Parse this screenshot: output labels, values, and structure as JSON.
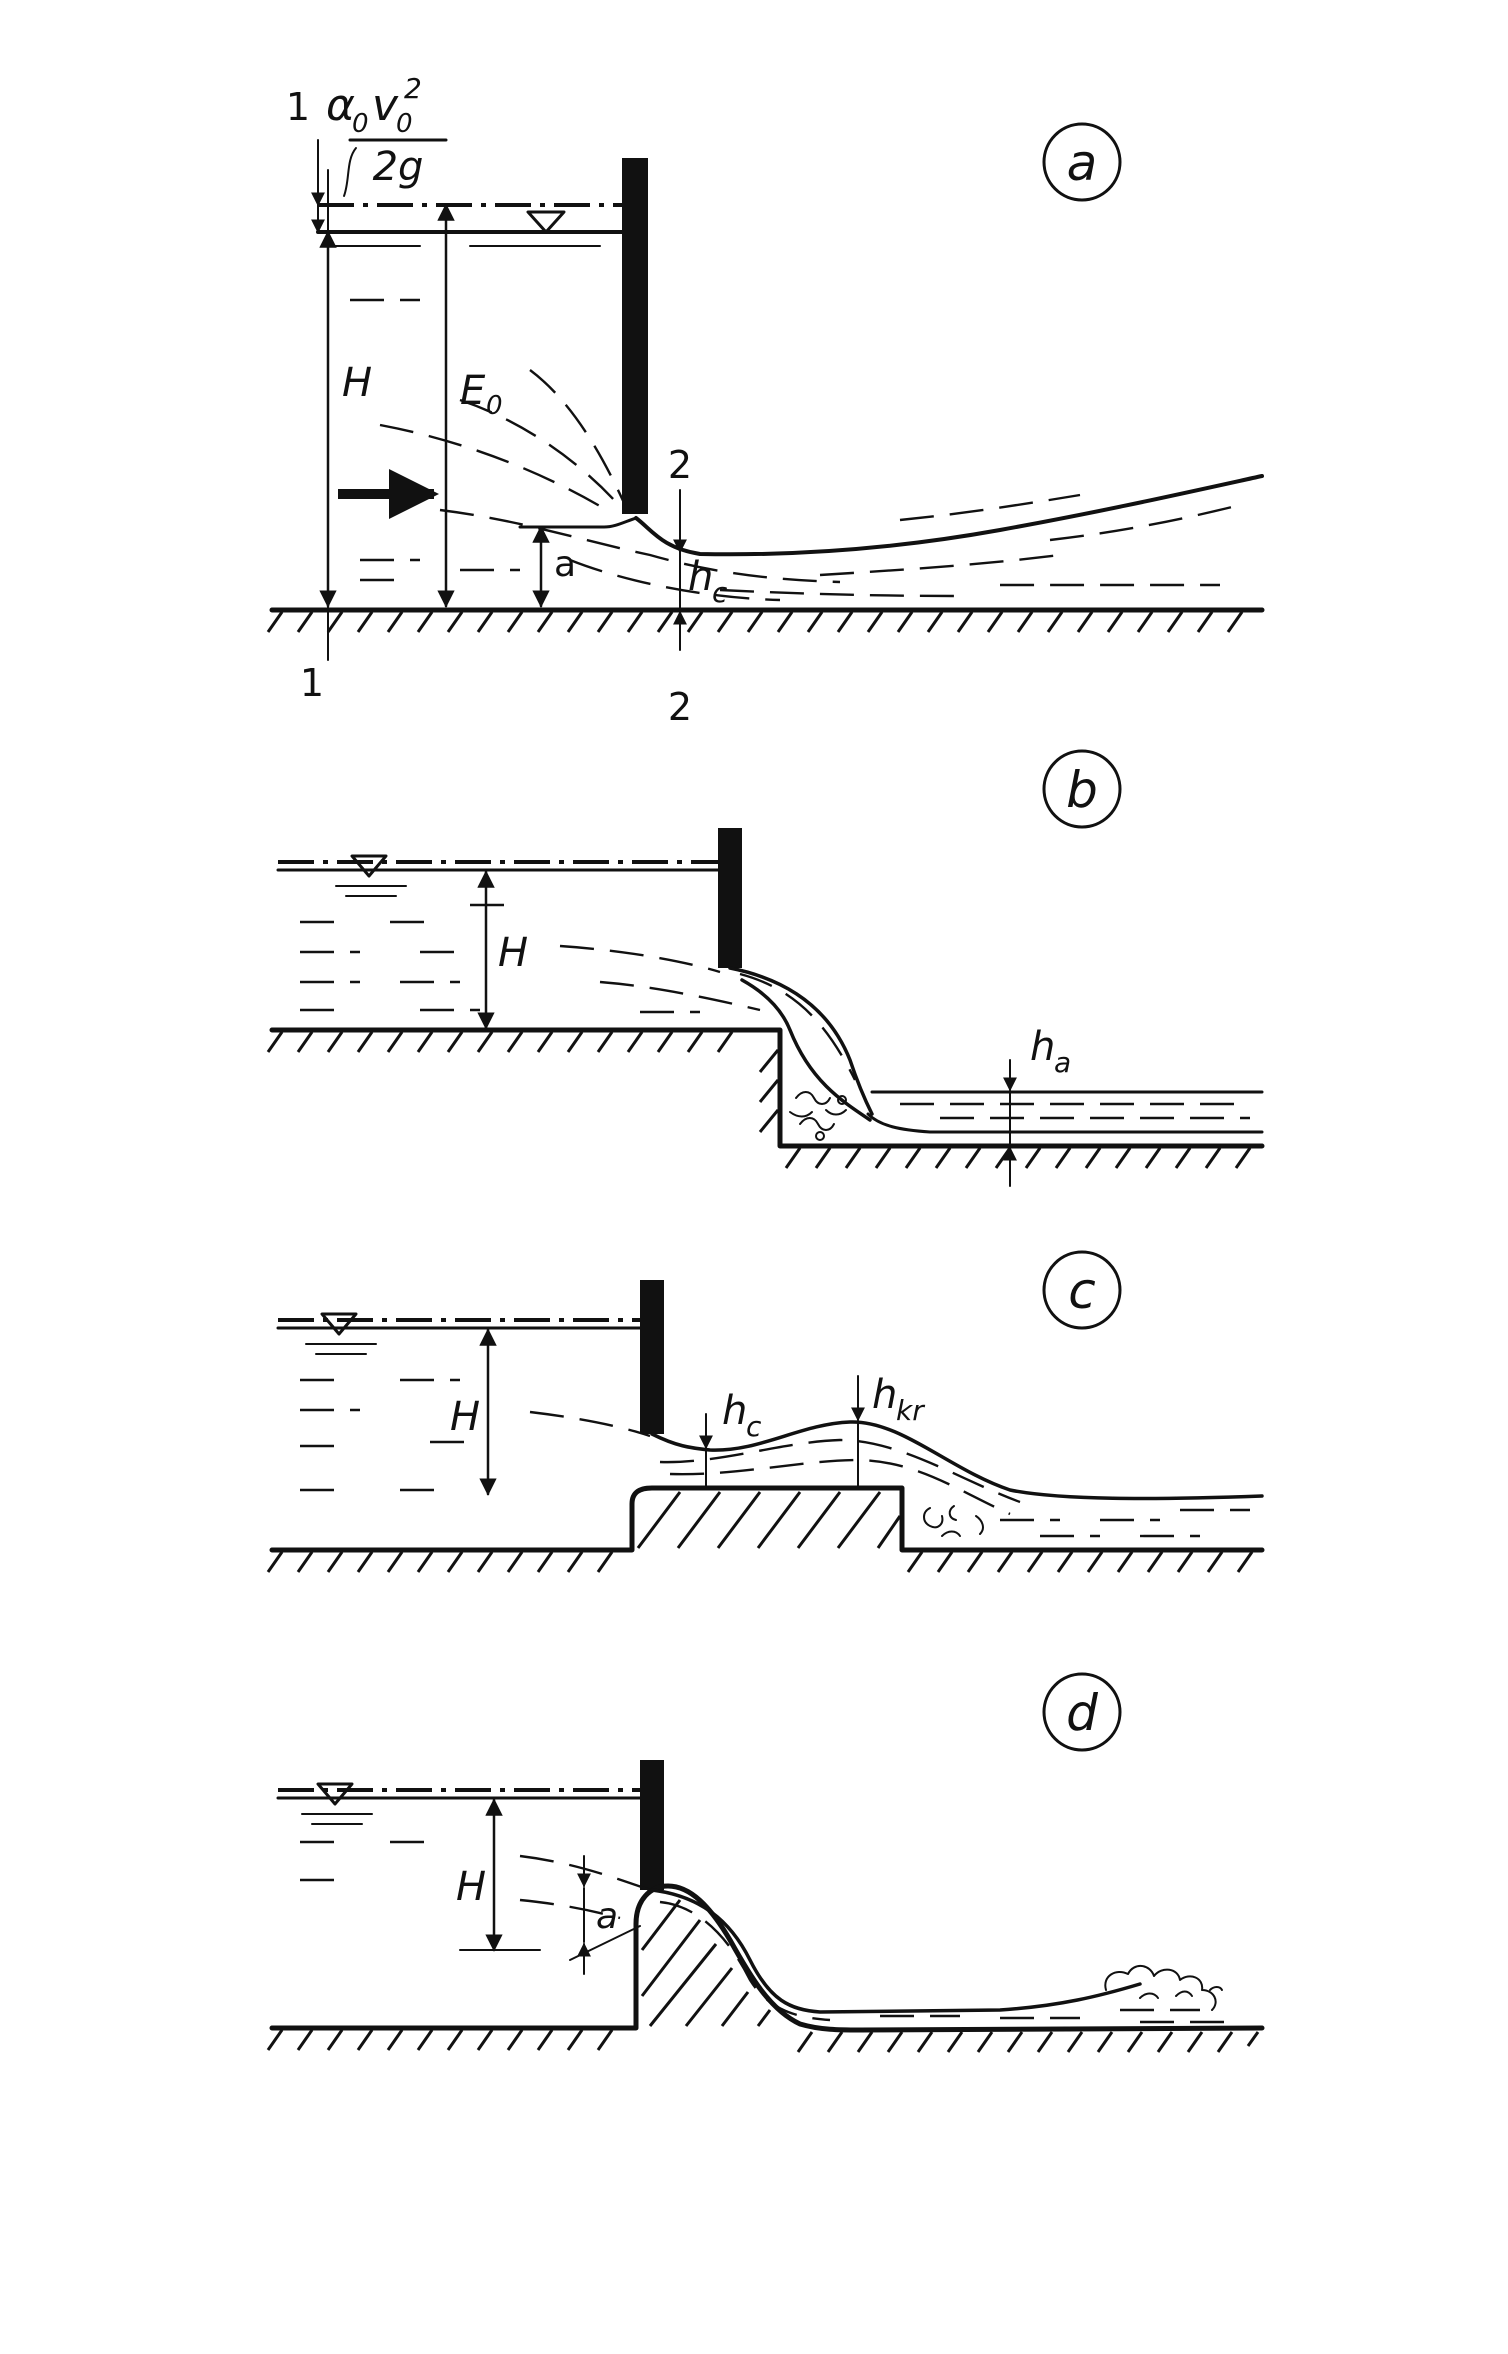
{
  "panels": [
    {
      "letter": "a",
      "labels": {
        "H": "H",
        "E": "E",
        "E_sub": "0",
        "a": "a",
        "h": "h",
        "h_sub": "c",
        "sec1_top": "1",
        "sec1_bottom": "1",
        "sec2_top": "2",
        "sec2_bottom": "2",
        "vel_coef": "1",
        "alpha": "α",
        "alpha_sub": "0",
        "v": "v",
        "v_sub": "0",
        "v_exp": "2",
        "den": "2g"
      }
    },
    {
      "letter": "b",
      "labels": {
        "H": "H",
        "h": "h",
        "h_sub": "a"
      }
    },
    {
      "letter": "c",
      "labels": {
        "H": "H",
        "h1": "h",
        "h1_sub": "c",
        "h2": "h",
        "h2_sub": "kr"
      }
    },
    {
      "letter": "d",
      "labels": {
        "H": "H",
        "a": "a"
      }
    }
  ]
}
